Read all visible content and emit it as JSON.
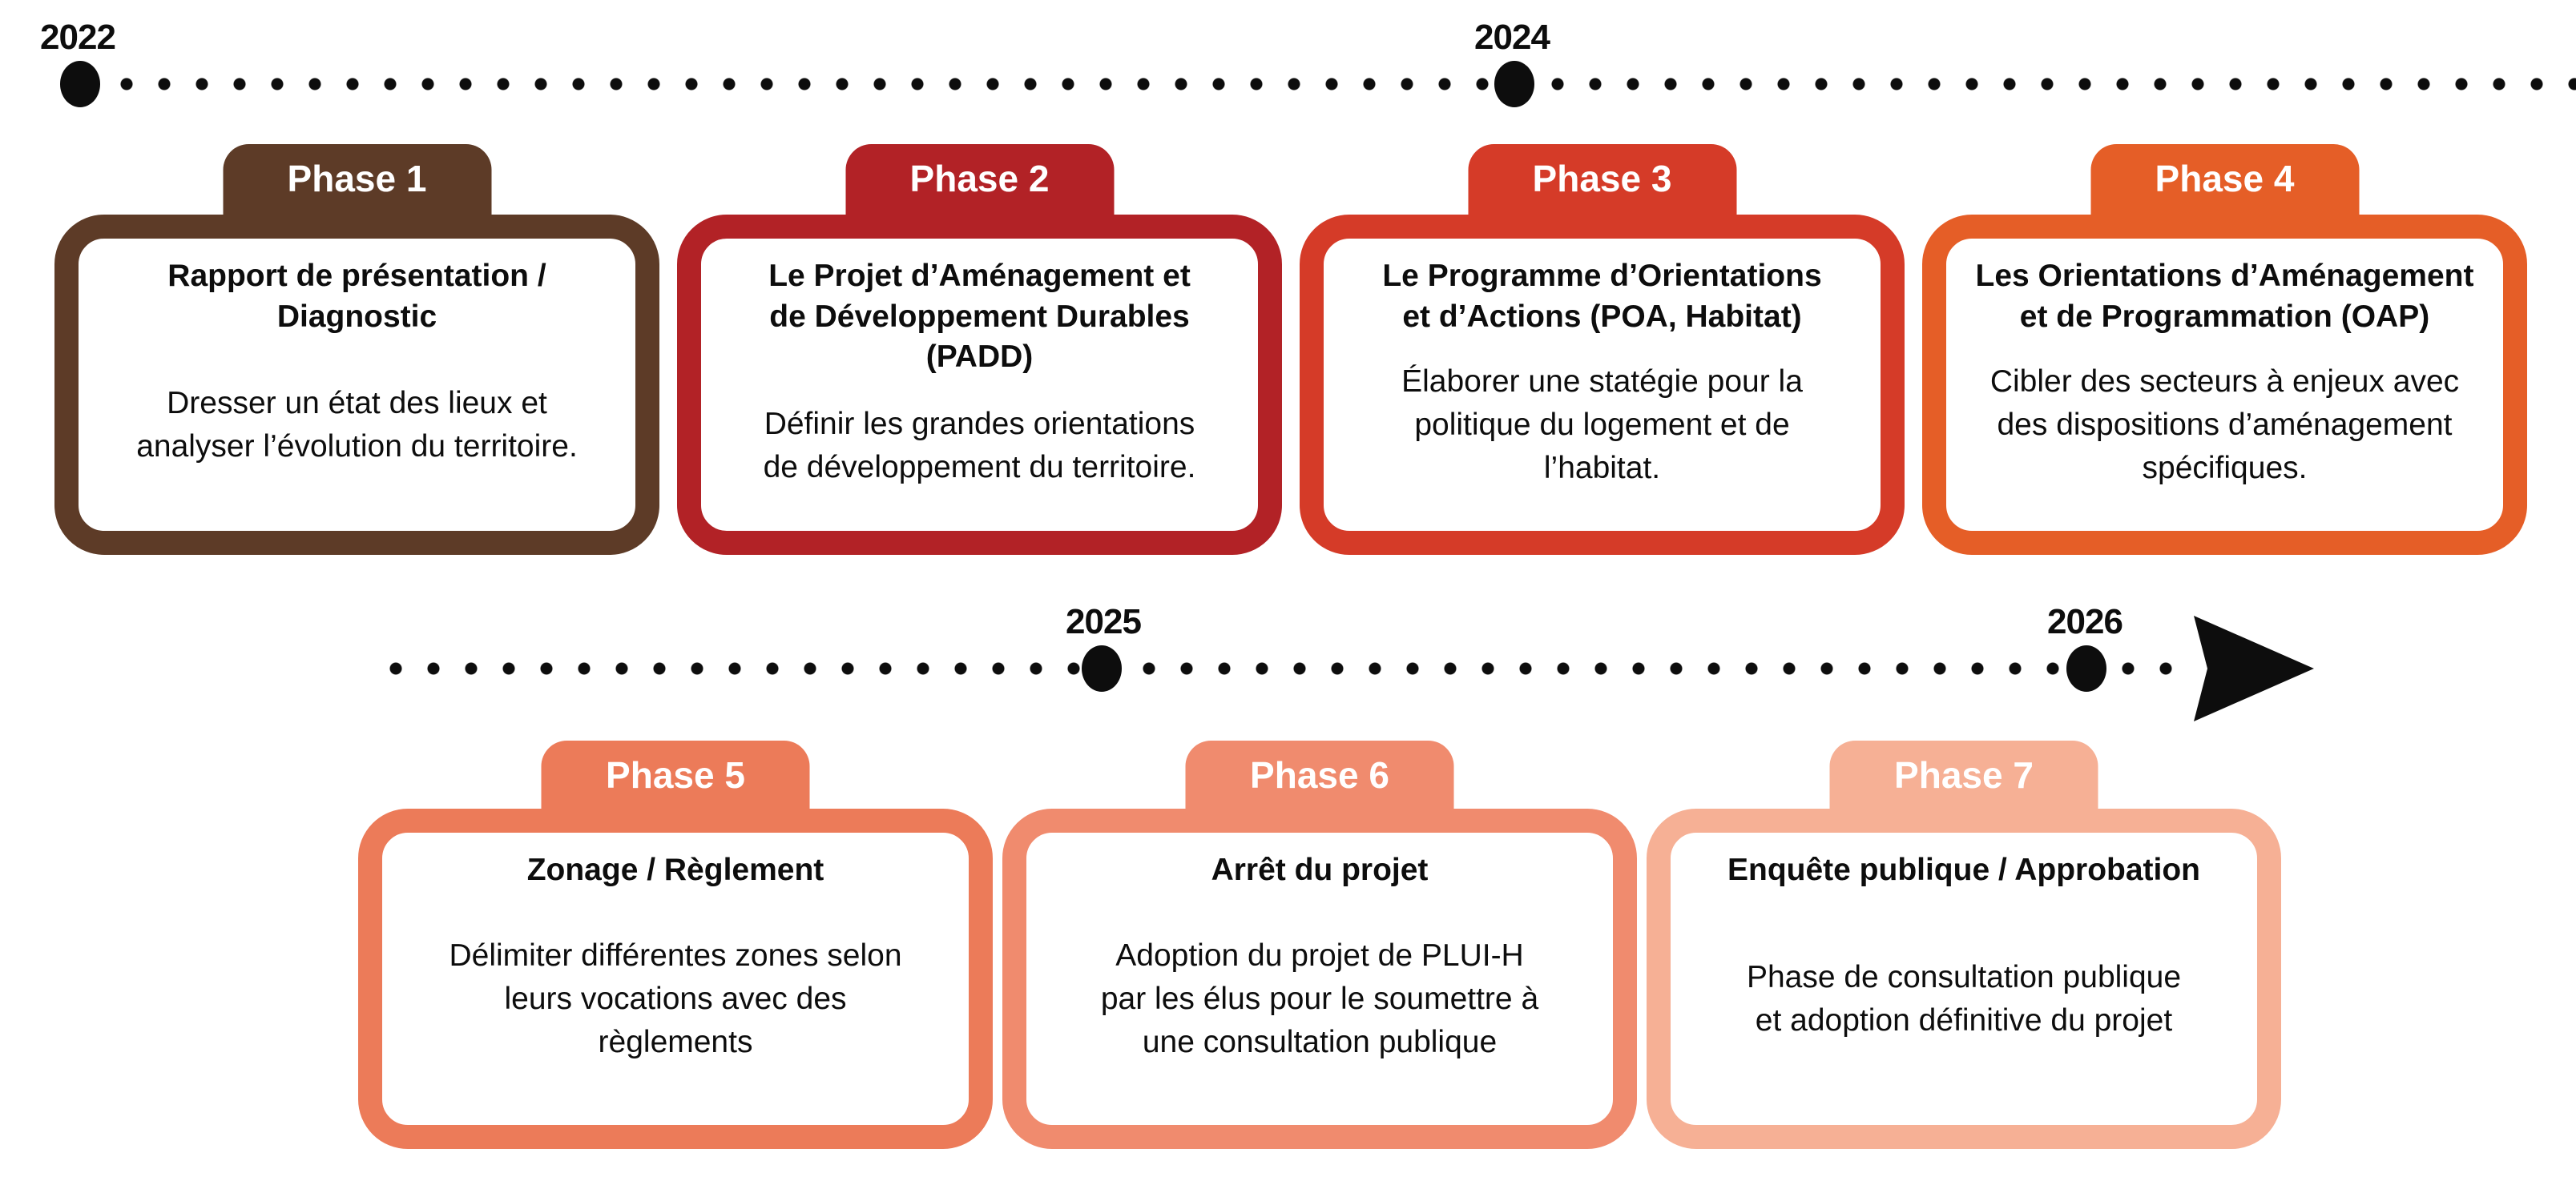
{
  "timeline_top": {
    "years": [
      {
        "label": "2022"
      },
      {
        "label": "2024"
      }
    ]
  },
  "timeline_bottom": {
    "years": [
      {
        "label": "2025"
      },
      {
        "label": "2026"
      }
    ],
    "arrow_color": "#0d0d0d"
  },
  "dot_color": "#0d0d0d",
  "phases": [
    {
      "label": "Phase 1",
      "color": "#5d3b27",
      "title": "Rapport de présentation /\nDiagnostic",
      "body": "Dresser un état des lieux et\nanalyser l’évolution du territoire."
    },
    {
      "label": "Phase 2",
      "color": "#b22226",
      "title": "Le Projet d’Aménagement et\nde Développement Durables\n(PADD)",
      "body": "Définir les grandes orientations\nde développement du territoire."
    },
    {
      "label": "Phase 3",
      "color": "#d53b28",
      "title": "Le Programme d’Orientations\net d’Actions (POA, Habitat)",
      "body": "Élaborer une statégie pour la\npolitique du logement et de\nl’habitat."
    },
    {
      "label": "Phase 4",
      "color": "#e55e27",
      "title": "Les Orientations d’Aménagement\net de Programmation (OAP)",
      "body": "Cibler des secteurs à enjeux avec\ndes dispositions d’aménagement\nspécifiques."
    },
    {
      "label": "Phase 5",
      "color": "#ec7b59",
      "title": "Zonage / Règlement",
      "body": "Délimiter différentes zones selon\nleurs vocations avec des\nrèglements"
    },
    {
      "label": "Phase 6",
      "color": "#f08b6e",
      "title": "Arrêt du projet",
      "body": "Adoption du projet de PLUI-H\npar les élus pour le soumettre à\nune consultation publique"
    },
    {
      "label": "Phase 7",
      "color": "#f6b095",
      "title": "Enquête publique / Approbation",
      "body": "Phase de consultation publique\net adoption définitive du projet"
    }
  ]
}
